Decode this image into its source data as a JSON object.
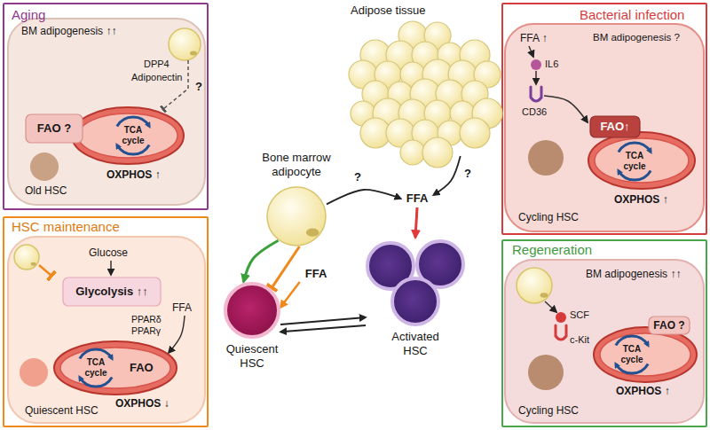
{
  "diagram": {
    "nodes": [
      {
        "text": [
          "Aging"
        ]
      },
      {
        "text": [
          "BM adipogenesis ↑↑",
          "Old HSC"
        ],
        "in": 0
      },
      {
        "text": [
          "TCA cycle",
          "OXPHOS ↑"
        ],
        "in": 1
      },
      {
        "text": [
          "FAO ?"
        ],
        "in": 1
      },
      {
        "text": [
          "Bacterial infection"
        ]
      },
      {
        "text": [
          "FFA ↑",
          "BM adipogenesis ?",
          "Cycling HSC"
        ],
        "in": 4
      },
      {
        "text": [
          "TCA cycle",
          "OXPHOS ↑"
        ],
        "in": 5
      },
      {
        "text": [
          "FAO↑"
        ],
        "in": 5
      },
      {
        "text": [
          "HSC maintenance"
        ]
      },
      {
        "text": [
          "Glucose",
          "FFA",
          "Quiescent HSC"
        ],
        "in": 8
      },
      {
        "text": [
          "Glycolysis ↑↑"
        ],
        "in": 9
      },
      {
        "text": [
          "TCA cycle",
          "FAO",
          "OXPHOS ↓"
        ],
        "in": 9
      },
      {
        "text": [
          "Regeneration"
        ]
      },
      {
        "text": [
          "BM adipogenesis ↑↑",
          "Cycling HSC"
        ],
        "in": 12
      },
      {
        "text": [
          "TCA cycle",
          "OXPHOS ↑"
        ],
        "in": 13
      },
      {
        "text": [
          "FAO ?"
        ],
        "in": 13
      },
      {
        "text": [
          "Adipose tissue"
        ]
      },
      {
        "text": [
          "Bone marrow adipocyte"
        ]
      },
      {
        "text": [
          "FFA"
        ]
      },
      {
        "text": [
          "FFA"
        ]
      },
      {
        "text": [
          "Quiescent HSC"
        ]
      },
      {
        "text": [
          "Activated HSC"
        ]
      }
    ],
    "edges": [
      {
        "from": 17,
        "to": 18,
        "arrow": "to",
        "label": "?"
      },
      {
        "from": 16,
        "to": 18,
        "arrow": "to",
        "label": "?"
      },
      {
        "from": 18,
        "to": 21,
        "arrow": "to"
      },
      {
        "from": 17,
        "to": 20,
        "arrow": "to"
      },
      {
        "from": 17,
        "to": 20,
        "arrow": "to"
      },
      {
        "from": 19,
        "to": 20,
        "arrow": "to"
      },
      {
        "from": 20,
        "to": 21,
        "arrow": "to"
      },
      {
        "from": 21,
        "to": 20,
        "arrow": "to"
      }
    ],
    "labels": [
      "DPP4",
      "Adiponectin",
      "?",
      "IL6",
      "CD36",
      "PPARδ",
      "PPARγ",
      "SCF",
      "c-Kit"
    ]
  }
}
